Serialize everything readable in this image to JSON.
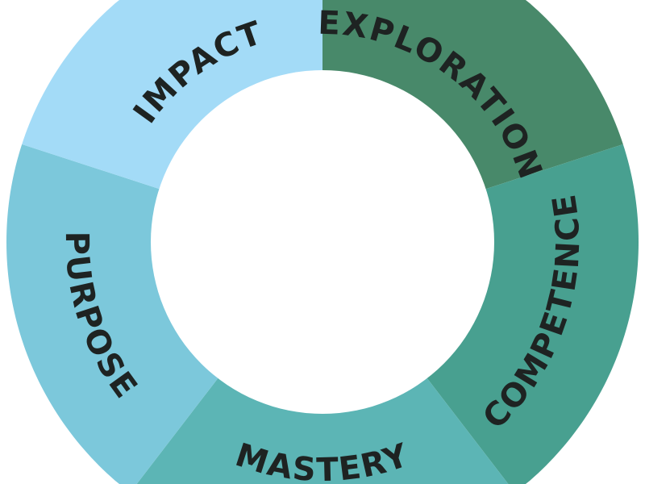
{
  "diagram": {
    "type": "donut-cycle",
    "segments": [
      {
        "label": "EXPLORATION",
        "color": "#48896a"
      },
      {
        "label": "COMPETENCE",
        "color": "#48a090"
      },
      {
        "label": "MASTERY",
        "color": "#5cb5b5"
      },
      {
        "label": "PURPOSE",
        "color": "#7cc8db"
      },
      {
        "label": "IMPACT",
        "color": "#a3dbf7"
      }
    ]
  }
}
